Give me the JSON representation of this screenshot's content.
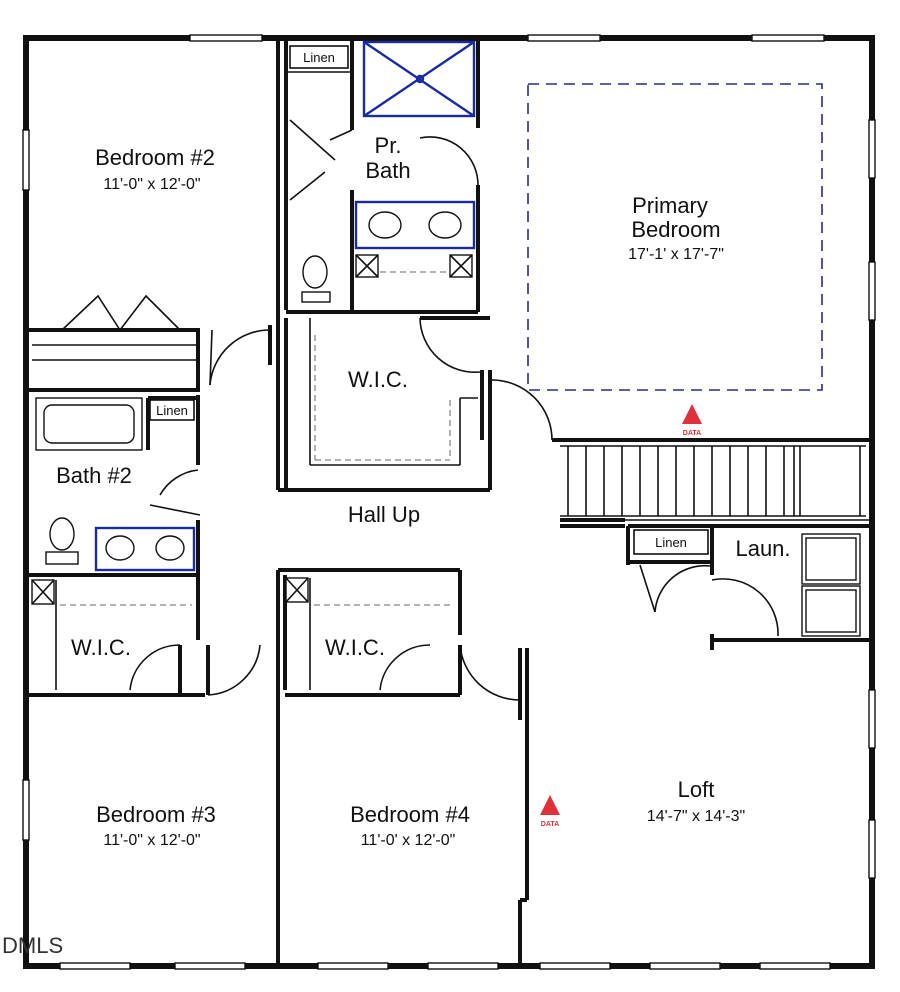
{
  "rooms": {
    "bedroom2": {
      "name": "Bedroom #2",
      "dims": "11'-0\" x 12'-0\""
    },
    "primary": {
      "name_line1": "Primary",
      "name_line2": "Bedroom",
      "dims": "17'-1' x 17'-7\""
    },
    "pr_bath": {
      "name_line1": "Pr.",
      "name_line2": "Bath"
    },
    "wic_primary": {
      "name": "W.I.C."
    },
    "bath2": {
      "name": "Bath #2"
    },
    "hall": {
      "name": "Hall Up"
    },
    "wic_bed3": {
      "name": "W.I.C."
    },
    "wic_bed4": {
      "name": "W.I.C."
    },
    "bedroom3": {
      "name": "Bedroom #3",
      "dims": "11'-0\" x 12'-0\""
    },
    "bedroom4": {
      "name": "Bedroom #4",
      "dims": "11'-0' x 12'-0\""
    },
    "loft": {
      "name": "Loft",
      "dims": "14'-7\" x 14'-3\""
    },
    "laundry": {
      "name": "Laun."
    }
  },
  "closets": {
    "linen_pr_bath": "Linen",
    "linen_bath2": "Linen",
    "linen_laundry": "Linen"
  },
  "markers": {
    "data_primary": "DATA",
    "data_loft": "DATA",
    "color": "#e0303a"
  },
  "watermark": "DMLS"
}
